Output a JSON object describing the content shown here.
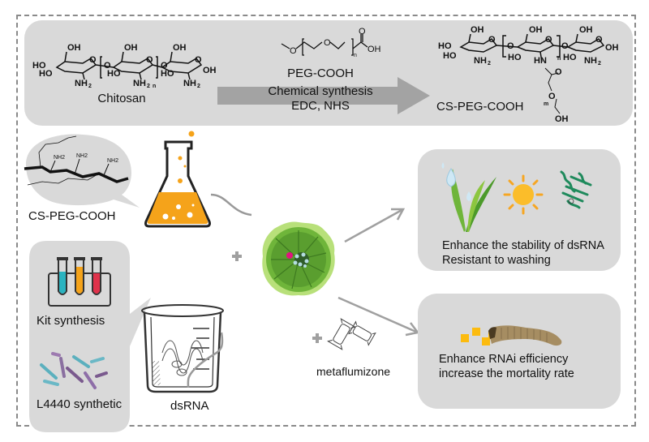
{
  "top_panel": {
    "chitosan_label": "Chitosan",
    "reagent_label": "PEG-COOH",
    "arrow_line1": "Chemical synthesis",
    "arrow_line2": "EDC, NHS",
    "product_label": "CS-PEG-COOH"
  },
  "left": {
    "bubble_label": "CS-PEG-COOH",
    "kit_label": "Kit synthesis",
    "l4440_label": "L4440 synthetic",
    "beaker_label": "dsRNA"
  },
  "center": {
    "additive_label": "metaflumizone"
  },
  "right": {
    "stability_line1": "Enhance the stability of dsRNA",
    "stability_line2": "Resistant to washing",
    "rnai_line1": "Enhance RNAi efficiency",
    "rnai_line2": "increase the mortality rate"
  },
  "chem": {
    "oh": "OH",
    "ho": "HO",
    "o": "O",
    "nh2": "NH",
    "sub2": "2",
    "n": "n",
    "m": "m",
    "hn": "HN"
  },
  "colors": {
    "panel": "#d9d9d9",
    "orange": "#f5a31a",
    "teal": "#2bb3c0",
    "red": "#e0324b",
    "green": "#6fb53a",
    "protein": "#1f8a5c",
    "arrow_gray": "#a0a0a0"
  }
}
